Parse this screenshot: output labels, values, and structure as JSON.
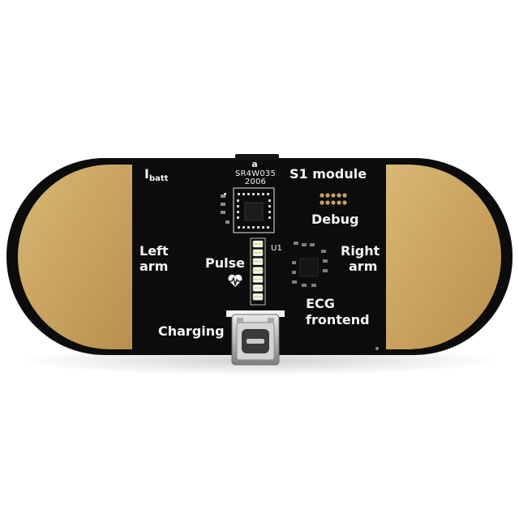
{
  "board": {
    "module_label": "S1 module",
    "chip_code_line1": "SR4W035",
    "chip_code_line2": "2006",
    "chip_logo": "a",
    "battery_current_label": "I",
    "battery_current_sub": "batt",
    "debug_label": "Debug",
    "left_electrode_label_line1": "Left",
    "left_electrode_label_line2": "arm",
    "right_electrode_label_line1": "Right",
    "right_electrode_label_line2": "arm",
    "pulse_label": "Pulse",
    "u1_label": "U1",
    "ecg_label_line1": "ECG",
    "ecg_label_line2": "frontend",
    "charging_label": "Charging",
    "led_count": 7,
    "icons": [
      "heart-pulse-icon",
      "usb-c-connector-icon"
    ],
    "colors": {
      "pcb": "#0c0c0c",
      "gold_pad": "#cfa968",
      "silkscreen": "#f4f4f4",
      "led": "#f7f7f2"
    }
  }
}
